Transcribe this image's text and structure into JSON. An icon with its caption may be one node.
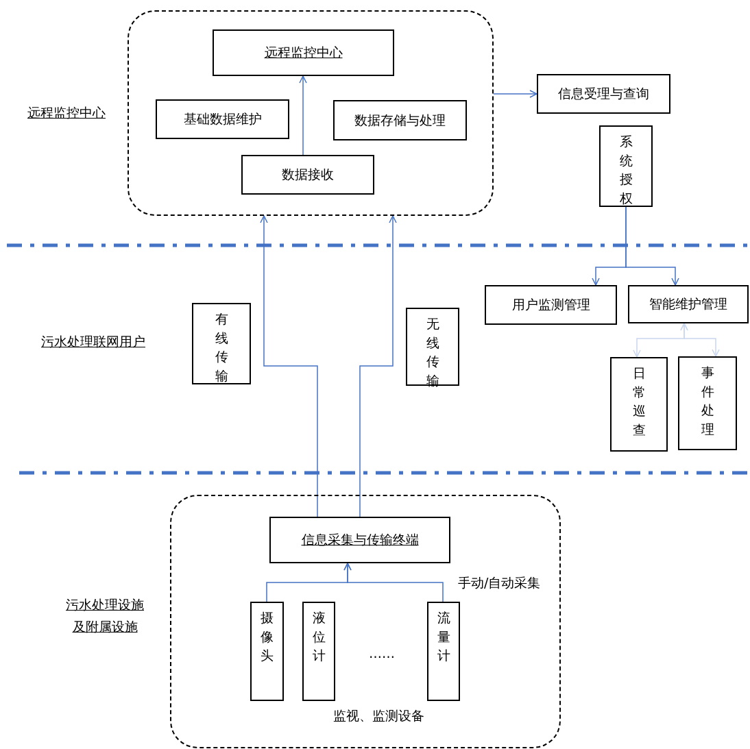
{
  "diagram": {
    "nodes": [
      {
        "text": [],
        "shape": "box"
      },
      {
        "text": [
          "远程监控中心"
        ],
        "in": 0
      },
      {
        "text": [
          "基础数据维护"
        ],
        "in": 0
      },
      {
        "text": [
          "数据存储与处理"
        ],
        "in": 0
      },
      {
        "text": [
          "数据接收"
        ],
        "in": 0
      },
      {
        "text": [
          "信息受理与查询"
        ]
      },
      {
        "text": [
          "系统授权"
        ]
      },
      {
        "text": [
          "用户监测管理"
        ]
      },
      {
        "text": [
          "智能维护管理"
        ]
      },
      {
        "text": [
          "有线传输"
        ]
      },
      {
        "text": [
          "无线传输"
        ]
      },
      {
        "text": [
          "日常巡查"
        ]
      },
      {
        "text": [
          "事件处理"
        ]
      },
      {
        "text": [
          "监视、监测设备"
        ]
      },
      {
        "text": [
          "信息采集与传输终端"
        ],
        "in": 13
      },
      {
        "text": [
          "摄像头"
        ],
        "in": 13
      },
      {
        "text": [
          "液位计"
        ],
        "in": 13
      },
      {
        "text": [
          "流量计"
        ],
        "in": 13
      }
    ],
    "edges": [
      {
        "from": 4,
        "to": 1,
        "arrow": "to"
      },
      {
        "from": 0,
        "to": 5,
        "arrow": "to"
      },
      {
        "from": 6,
        "to": 7,
        "arrow": "to"
      },
      {
        "from": 6,
        "to": 8,
        "arrow": "to"
      },
      {
        "from": 8,
        "to": 11,
        "arrow": "both",
        "color": "#c9d6ee"
      },
      {
        "from": 8,
        "to": 12,
        "arrow": "both",
        "color": "#c9d6ee"
      },
      {
        "from": 14,
        "to": 0,
        "arrow": "to"
      },
      {
        "from": 14,
        "to": 0,
        "arrow": "to"
      },
      {
        "from": 15,
        "to": 14,
        "arrow": "to"
      },
      {
        "from": 17,
        "to": 14,
        "arrow": "to"
      }
    ],
    "labels": [
      "远程监控中心",
      "污水处理联网用户",
      "手动/自动采集",
      "污水处理设施及附属设施",
      "……"
    ]
  }
}
